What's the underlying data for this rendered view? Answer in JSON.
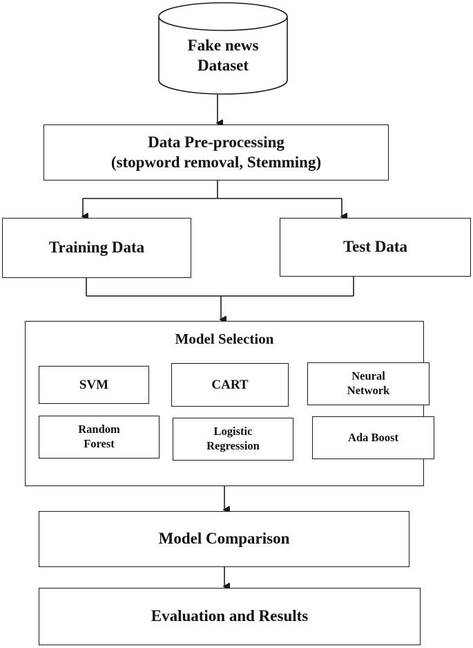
{
  "nodes": {
    "dataset": {
      "label": "Fake news\nDataset",
      "shape": "cylinder"
    },
    "preprocessing": {
      "label": "Data Pre-processing\n(stopword removal, Stemming)"
    },
    "training": {
      "label": "Training Data"
    },
    "test": {
      "label": "Test Data"
    },
    "model_selection": {
      "title": "Model Selection",
      "models": [
        {
          "label": "SVM"
        },
        {
          "label": "CART"
        },
        {
          "label": "Neural\nNetwork"
        },
        {
          "label": "Random\nForest"
        },
        {
          "label": "Logistic\nRegression"
        },
        {
          "label": "Ada Boost"
        }
      ]
    },
    "comparison": {
      "label": "Model Comparison"
    },
    "evaluation": {
      "label": "Evaluation and Results"
    }
  },
  "edges": [
    {
      "from": "dataset",
      "to": "preprocessing"
    },
    {
      "from": "preprocessing",
      "to": "training"
    },
    {
      "from": "preprocessing",
      "to": "test"
    },
    {
      "from": "training",
      "to": "model_selection"
    },
    {
      "from": "test",
      "to": "model_selection"
    },
    {
      "from": "model_selection",
      "to": "comparison"
    },
    {
      "from": "comparison",
      "to": "evaluation"
    }
  ]
}
